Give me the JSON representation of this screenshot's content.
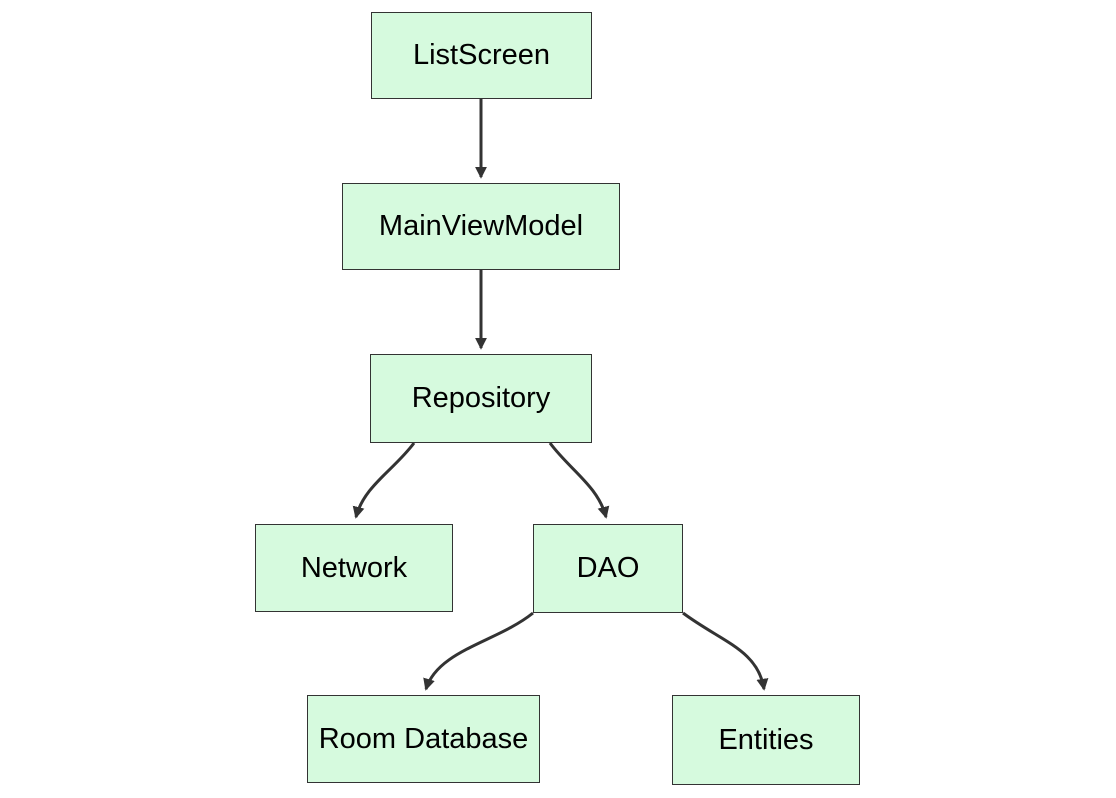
{
  "diagram": {
    "type": "flowchart",
    "direction": "top-down",
    "nodes": [
      {
        "id": "listscreen",
        "label": "ListScreen"
      },
      {
        "id": "mainviewmodel",
        "label": "MainViewModel"
      },
      {
        "id": "repository",
        "label": "Repository"
      },
      {
        "id": "network",
        "label": "Network"
      },
      {
        "id": "dao",
        "label": "DAO"
      },
      {
        "id": "room-database",
        "label": "Room Database"
      },
      {
        "id": "entities",
        "label": "Entities"
      }
    ],
    "edges": [
      {
        "from": "ListScreen",
        "to": "MainViewModel",
        "arrow": "solid-triangle"
      },
      {
        "from": "MainViewModel",
        "to": "Repository",
        "arrow": "solid-triangle"
      },
      {
        "from": "Repository",
        "to": "Network",
        "arrow": "solid-triangle"
      },
      {
        "from": "Repository",
        "to": "DAO",
        "arrow": "solid-triangle"
      },
      {
        "from": "DAO",
        "to": "Room Database",
        "arrow": "solid-triangle"
      },
      {
        "from": "DAO",
        "to": "Entities",
        "arrow": "solid-triangle"
      }
    ],
    "colors": {
      "background": "#ffffff",
      "node_fill": "#d6fade",
      "node_border": "#333333",
      "edge_stroke": "#333333",
      "arrowhead_fill": "#333333",
      "label_text": "#000000"
    }
  }
}
